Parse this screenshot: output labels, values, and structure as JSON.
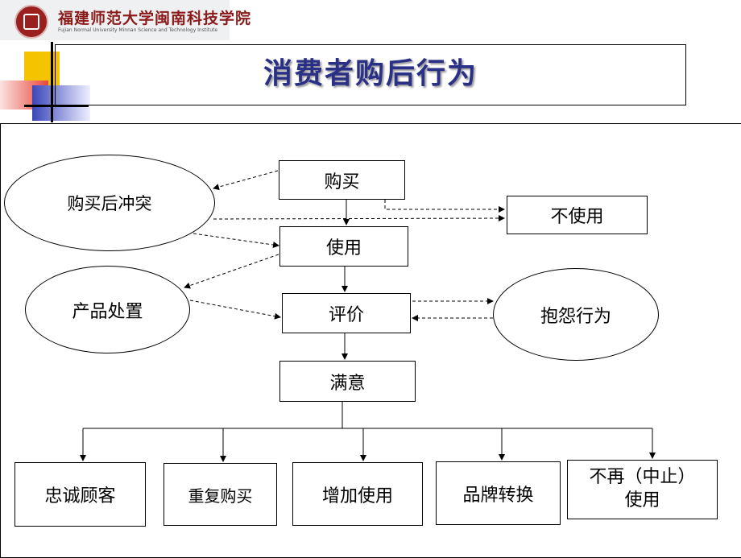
{
  "header": {
    "logo_text": "福建师范大学闽南科技学院",
    "logo_subtext": "Fujian Normal University Minnan Science and Technology Institute",
    "title": "消费者购后行为"
  },
  "diagram": {
    "purchase": "购买",
    "not_use": "不使用",
    "use": "使用",
    "evaluate": "评价",
    "satisfaction": "满意",
    "post_purchase_conflict": "购买后冲突",
    "product_disposal": "产品处置",
    "complaint_behavior": "抱怨行为",
    "outcomes": [
      "忠诚顾客",
      "重复购买",
      "增加使用",
      "品牌转换",
      "不再（中止）",
      "使用"
    ]
  },
  "colors": {
    "title": "#2b3087",
    "accent_yellow": "#f5c400",
    "accent_red": "#e8453c",
    "accent_blue": "#3a46b8"
  }
}
